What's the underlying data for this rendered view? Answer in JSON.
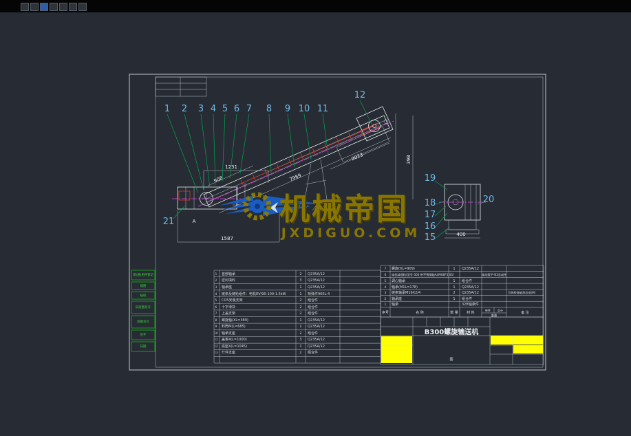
{
  "toolbar": {
    "icons": [
      "file-icon",
      "open-icon",
      "save-icon",
      "layers-icon",
      "zoom-icon",
      "pan-icon",
      "settings-icon"
    ]
  },
  "callouts": [
    "1",
    "2",
    "3",
    "4",
    "5",
    "6",
    "7",
    "8",
    "9",
    "10",
    "11",
    "12",
    "15",
    "16",
    "17",
    "18",
    "19",
    "20",
    "21"
  ],
  "dims": {
    "d1231": "1231",
    "d908": "908",
    "d7989": "7989",
    "d2023": "2023",
    "d1587": "1587",
    "d398": "398",
    "d400": "400",
    "section_a": "A"
  },
  "watermark": {
    "brand": "机械帝国",
    "domain": "JXDIGUO.COM"
  },
  "margin_labels": [
    "借(通)用件登记",
    "描图",
    "描校",
    "旧底图总号",
    "底图总号",
    "签字",
    "日期"
  ],
  "bom": {
    "left_rows": [
      {
        "no": "1",
        "name": "首部轴承",
        "qty": "2",
        "mat": "Q235A/12"
      },
      {
        "no": "2",
        "name": "密封填料",
        "qty": "3",
        "mat": "Q235A/12"
      },
      {
        "no": "3",
        "name": "轴承座",
        "qty": "1",
        "mat": "Q235A/12"
      },
      {
        "no": "4",
        "name": "链条及链轮组件：电机RV/90-100-1.5kW",
        "qty": "1",
        "mat": "特殊件900L-4"
      },
      {
        "no": "5",
        "name": "COS安装支架",
        "qty": "2",
        "mat": "组合件"
      },
      {
        "no": "6",
        "name": "十字滑块",
        "qty": "2",
        "mat": "组合件"
      },
      {
        "no": "7",
        "name": "上盖支架",
        "qty": "2",
        "mat": "组合件"
      },
      {
        "no": "8",
        "name": "螺旋轴(XL=389)",
        "qty": "1",
        "mat": "Q235A/12"
      },
      {
        "no": "9",
        "name": "料筒M(L=685)",
        "qty": "1",
        "mat": "Q235A/12"
      },
      {
        "no": "10",
        "name": "轴承支座",
        "qty": "2",
        "mat": "组合件"
      },
      {
        "no": "11",
        "name": "盖板4(L=1000)",
        "qty": "3",
        "mat": "Q235A/12"
      },
      {
        "no": "12",
        "name": "底座X(L=1045)",
        "qty": "1",
        "mat": "Q235A/12"
      },
      {
        "no": "13",
        "name": "什件支座",
        "qty": "2",
        "mat": "组合件"
      }
    ],
    "right_rows": [
      {
        "no": "7",
        "name": "螺旋(XL=909)",
        "qty": "1",
        "mat": "Q235A/12",
        "rem": ""
      },
      {
        "no": "6",
        "name": "电机减速机(型号-300 带不锈钢轴A4M08F3.0S)",
        "qty": "",
        "mat": "电动滚子-B3总成件",
        "rem": ""
      },
      {
        "no": "5",
        "name": "调心轴承",
        "qty": "1",
        "mat": "组合件",
        "rem": ""
      },
      {
        "no": "4",
        "name": "轴承(M1L=178)",
        "qty": "1",
        "mat": "Q235A/12",
        "rem": ""
      },
      {
        "no": "3",
        "name": "链条轴承M16X2/4",
        "qty": "2",
        "mat": "Q235A/12",
        "rem": "可拆检修轴承总成(M)"
      },
      {
        "no": "2",
        "name": "轴承座",
        "qty": "1",
        "mat": "组合件",
        "rem": ""
      },
      {
        "no": "1",
        "name": "轴承",
        "qty": "",
        "mat": "32B轴承件",
        "rem": ""
      }
    ],
    "header": {
      "seq": "序号",
      "name": "名 称",
      "qty": "数 量",
      "mat": "材 料",
      "wt_unit": "单件",
      "wt_total": "总计",
      "weight": "重量",
      "rem": "备 注"
    },
    "title_block": {
      "product": "B300螺旋输送机",
      "drawing_label": "图"
    }
  }
}
